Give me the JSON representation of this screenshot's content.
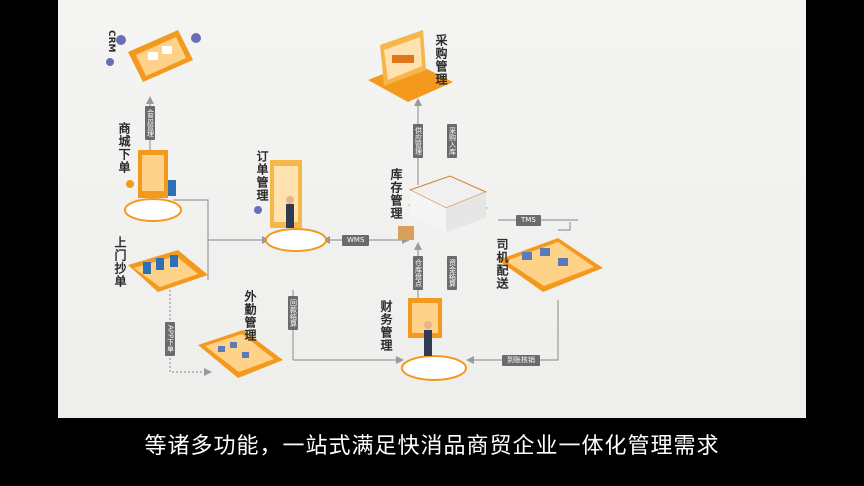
{
  "modules": {
    "crm": "CRM",
    "shop_order": "商城下单",
    "visit_order": "上门抄单",
    "order_mgmt": "订单管理",
    "field_mgmt": "外勤管理",
    "purchase_mgmt": "采购管理",
    "inventory_mgmt": "库存管理",
    "finance_mgmt": "财务管理",
    "driver_delivery": "司机配送"
  },
  "connectors": {
    "member_mgmt": "会员管理",
    "wms": "WMS",
    "tms": "TMS",
    "supply_mgmt": "供应管理",
    "purchase_inbound": "采购入库",
    "warehouse_audit": "仓库盘点",
    "settlement": "资金结算",
    "collect_settle": "回款结算",
    "app_order": "APP下单",
    "payment_verify": "到账核销"
  },
  "subtitle": "等诸多功能，一站式满足快消品商贸企业一体化管理需求",
  "colors": {
    "accent": "#f39a1e",
    "accent_dark": "#e0761a",
    "platform": "#f5f5f5",
    "line": "#9a9a9a",
    "tag": "#6b6b6b"
  }
}
